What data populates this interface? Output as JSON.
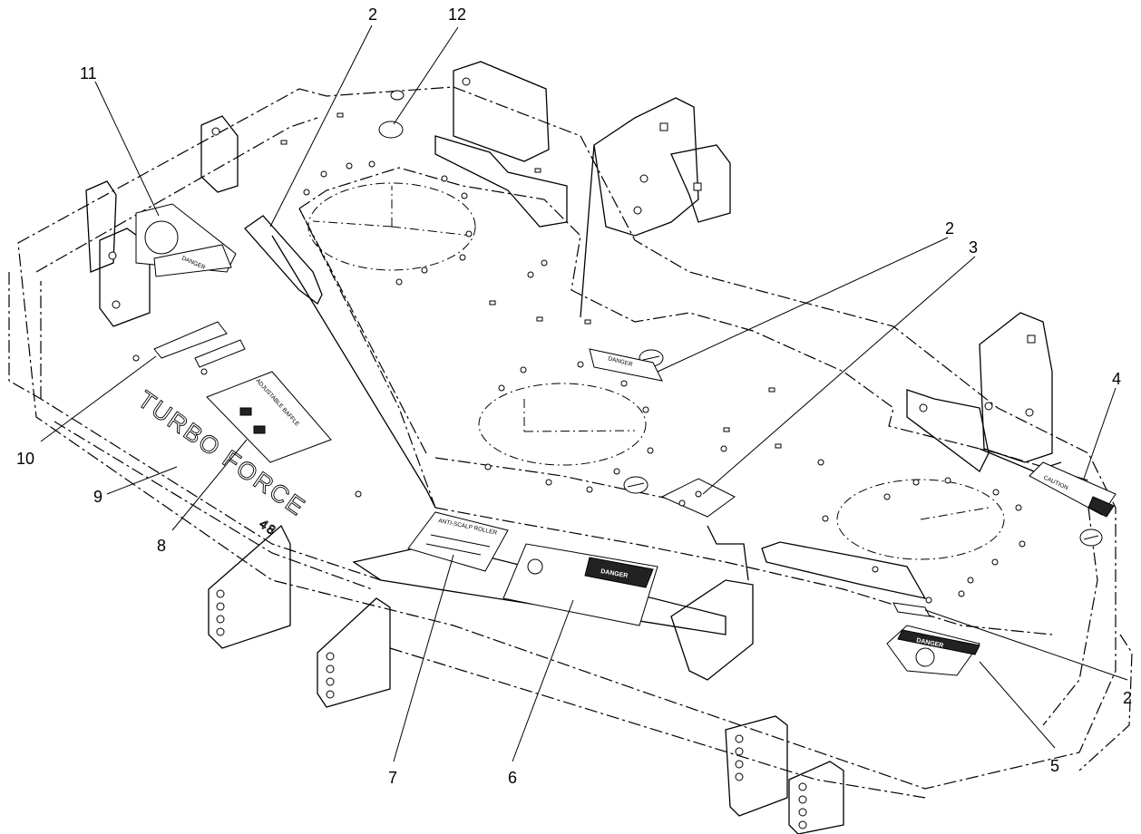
{
  "callouts": [
    {
      "id": "c11",
      "label": "11"
    },
    {
      "id": "c2a",
      "label": "2"
    },
    {
      "id": "c12",
      "label": "12"
    },
    {
      "id": "c2b",
      "label": "2"
    },
    {
      "id": "c3",
      "label": "3"
    },
    {
      "id": "c4",
      "label": "4"
    },
    {
      "id": "c10",
      "label": "10"
    },
    {
      "id": "c9",
      "label": "9"
    },
    {
      "id": "c8",
      "label": "8"
    },
    {
      "id": "c7",
      "label": "7"
    },
    {
      "id": "c6",
      "label": "6"
    },
    {
      "id": "c5",
      "label": "5"
    },
    {
      "id": "c2c",
      "label": "2"
    }
  ],
  "decals": {
    "deck_name": "TURBO FORCE",
    "deck_size": "48",
    "danger_small": "DANGER",
    "danger_main": "DANGER",
    "danger_badge": "DANGER",
    "caution": "CAUTION",
    "anti_scalp": "ANTI-SCALP ROLLER",
    "baffle": "ADJUSTABLE BAFFLE"
  }
}
